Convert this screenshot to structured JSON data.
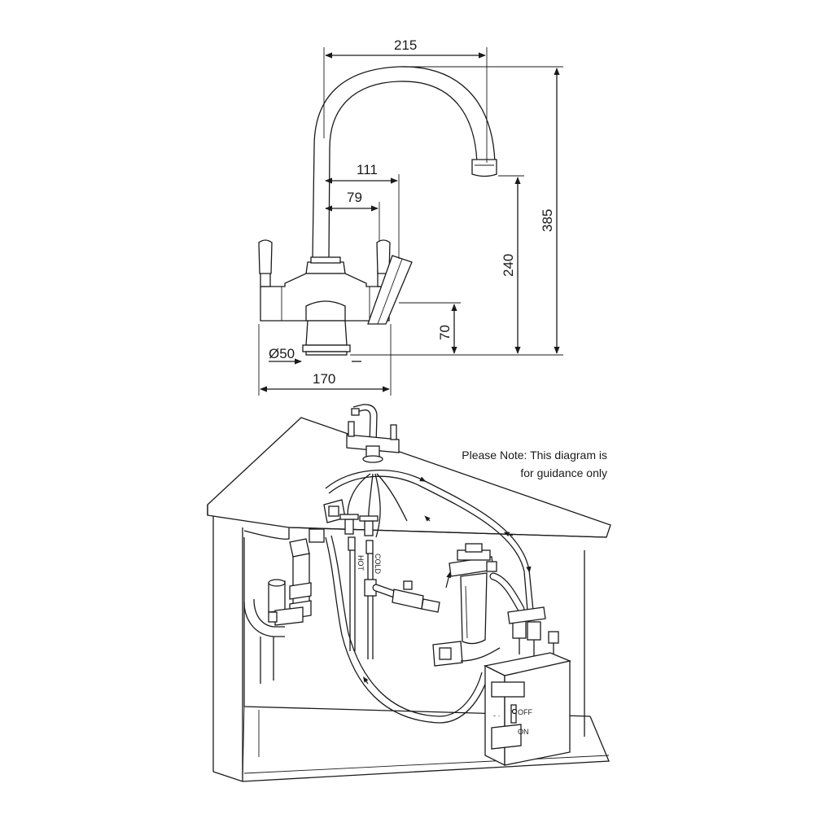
{
  "dimensions": {
    "width_overall": "215",
    "reach_hot_lever": "111",
    "reach_cold_lever": "79",
    "height_overall": "385",
    "height_spout": "240",
    "height_body": "70",
    "base_diameter": "Ø50",
    "width_base": "170"
  },
  "install": {
    "note_line1": "Please Note: This diagram is",
    "note_line2": "for guidance only",
    "hot_label": "HOT",
    "cold_label": "COLD",
    "off_label": "OFF",
    "on_label": "ON"
  }
}
